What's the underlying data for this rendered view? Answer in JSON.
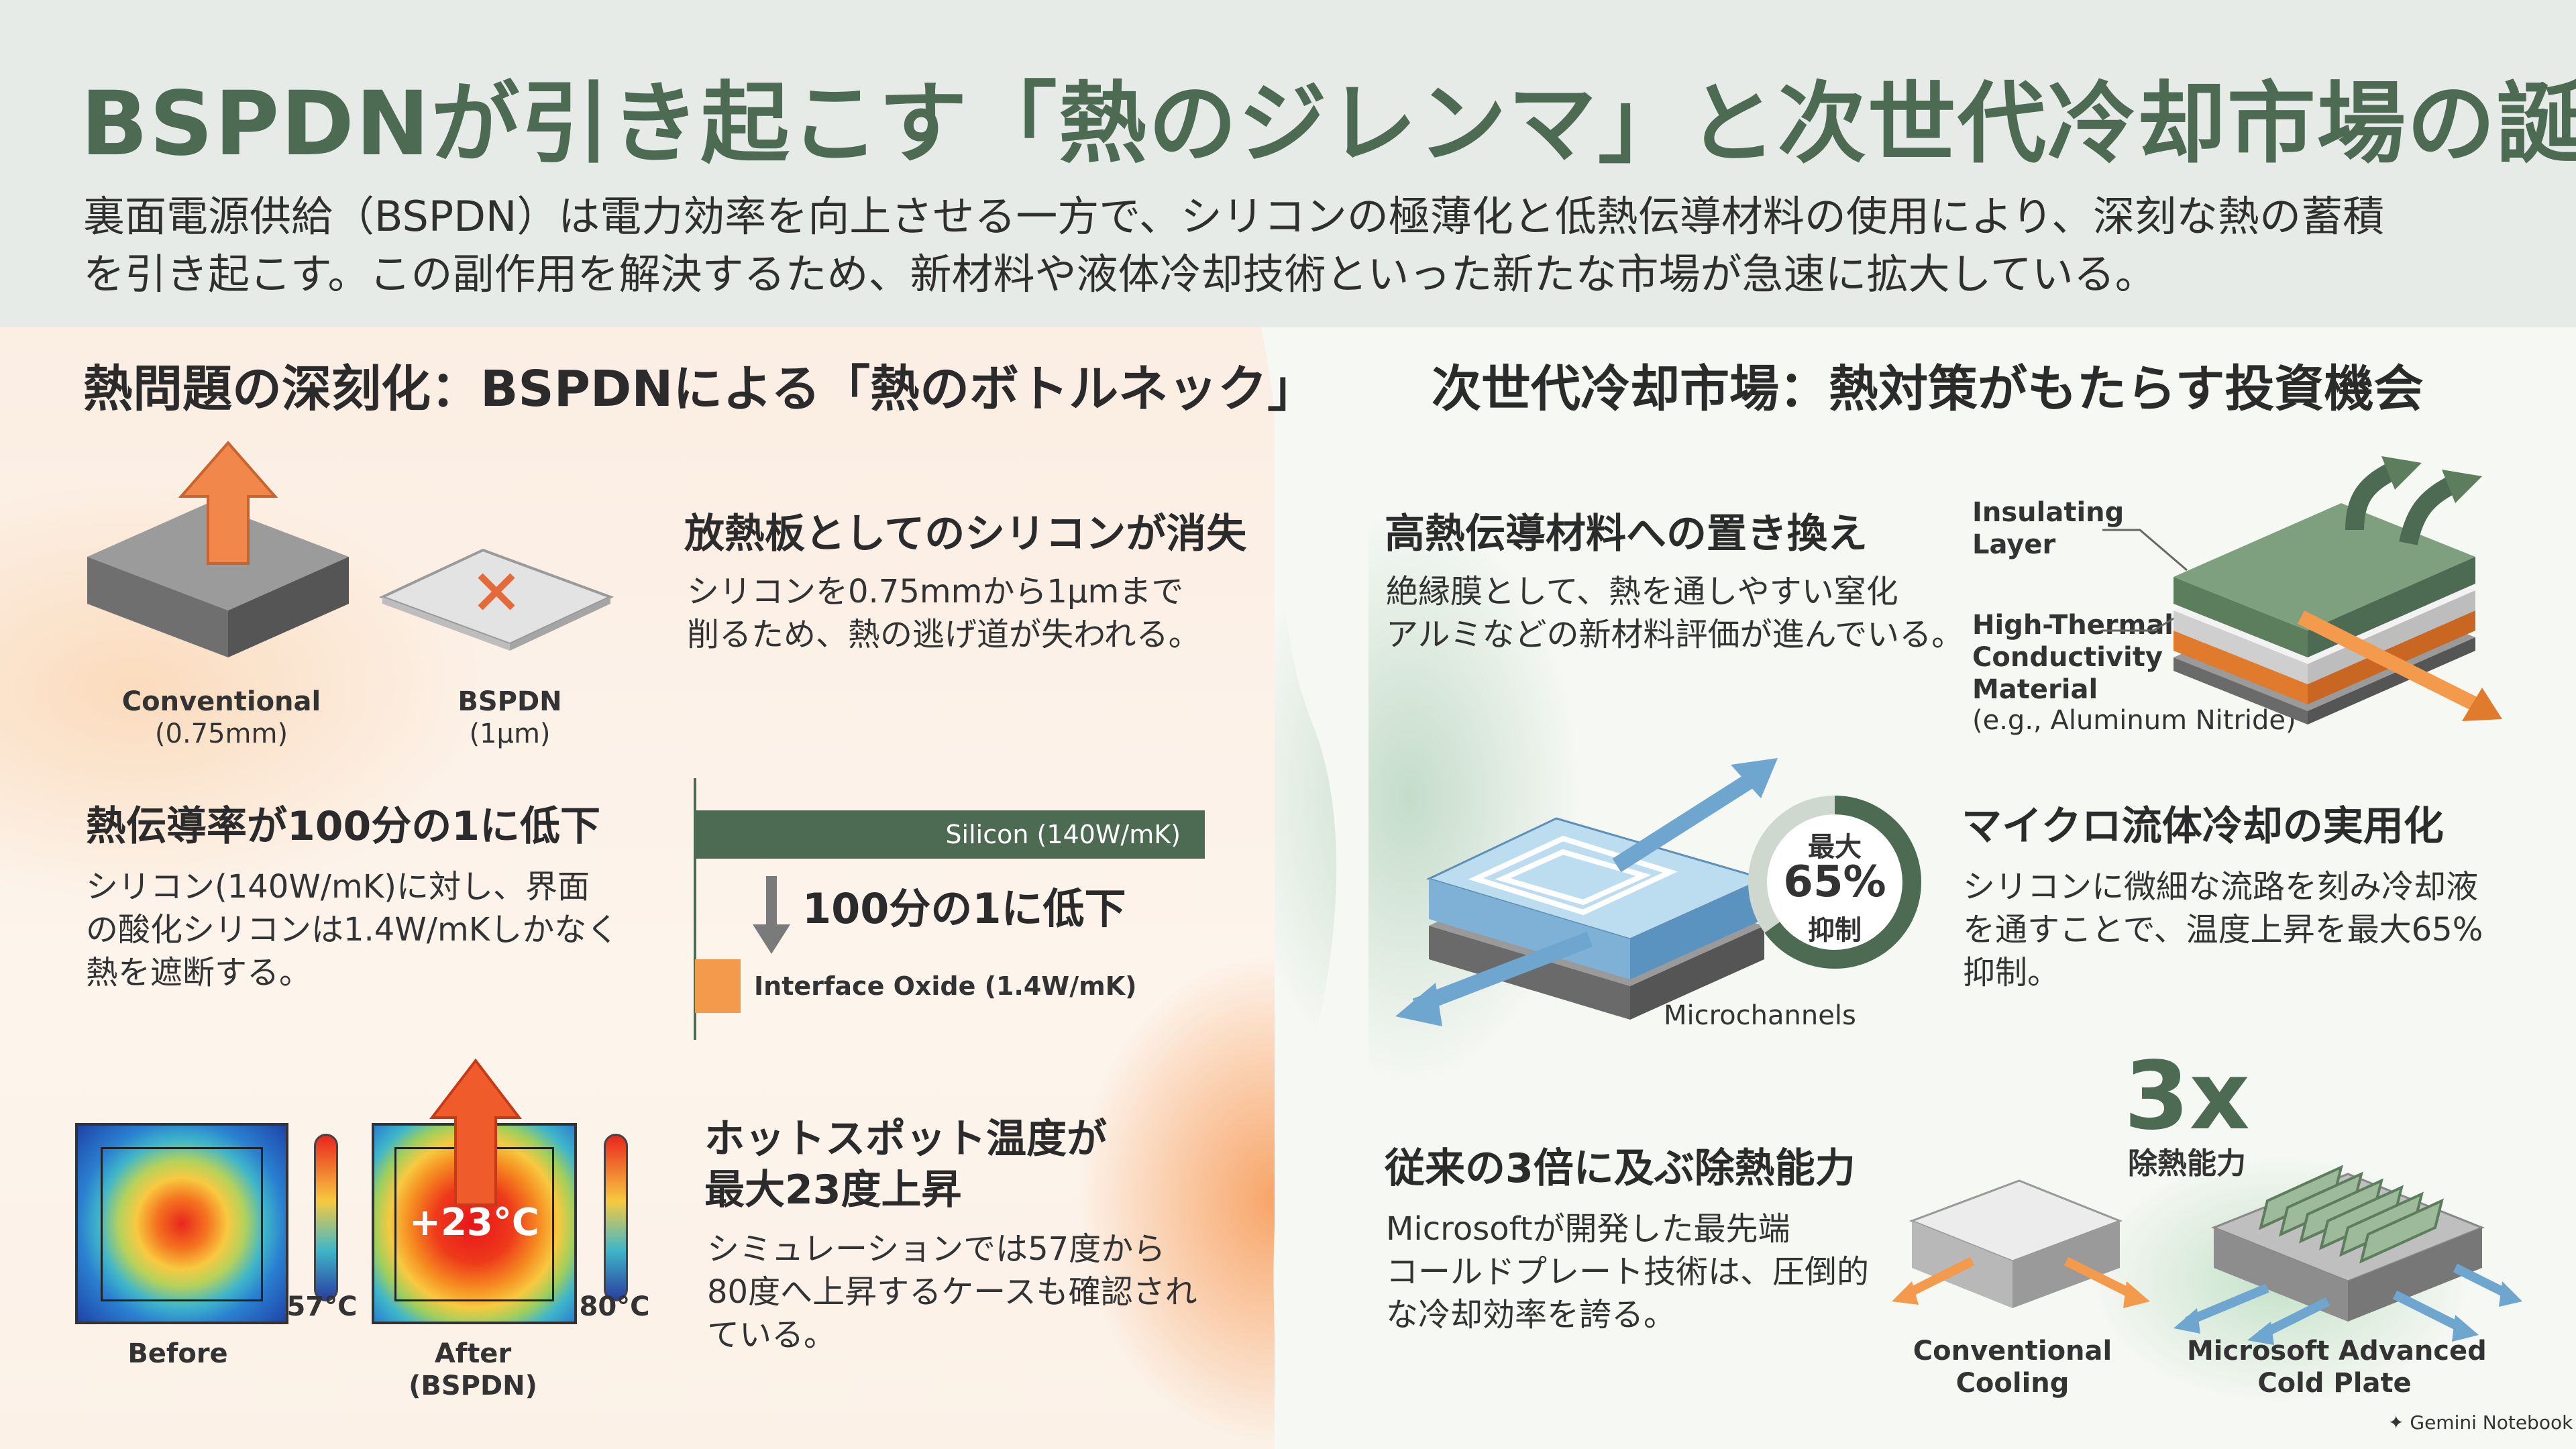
{
  "title": "BSPDNが引き起こす「熱のジレンマ」と次世代冷却市場の誕生",
  "intro": [
    "裏面電源供給（BSPDN）は電力効率を向上させる一方で、シリコンの極薄化と低熱伝導材料の使用により、深刻な熱の蓄積",
    "を引き起こす。この副作用を解決するため、新材料や液体冷却技術といった新たな市場が急速に拡大している。"
  ],
  "left": {
    "heading": "熱問題の深刻化：BSPDNによる「熱のボトルネック」",
    "silicon_loss": {
      "title": "放熱板としてのシリコンが消失",
      "text": [
        "シリコンを0.75mmから1µmまで",
        "削るため、熱の逃げ道が失われる。"
      ],
      "fig": {
        "conv_label": "Conventional",
        "conv_sub": "(0.75mm)",
        "bspdn_label": "BSPDN",
        "bspdn_sub": "(1µm)"
      }
    },
    "conductivity": {
      "title": "熱伝導率が100分の1に低下",
      "text": [
        "シリコン(140W/mK)に対し、界面",
        "の酸化シリコンは1.4W/mKしかなく",
        "熱を遮断する。"
      ],
      "chart_note": "100分の1に低下",
      "bars": [
        {
          "label": "Silicon (140W/mK)",
          "value": 140,
          "color": "#4c6b52"
        },
        {
          "label": "Interface Oxide (1.4W/mK)",
          "value": 1.4,
          "color": "#f39a4d"
        }
      ]
    },
    "hotspot": {
      "title": [
        "ホットスポット温度が",
        "最大23度上昇"
      ],
      "text": [
        "シミュレーションでは57度から",
        "80度へ上昇するケースも確認され",
        "ている。"
      ],
      "before_label": "Before",
      "before_temp": "57°C",
      "after_label": "After",
      "after_sub": "(BSPDN)",
      "after_temp": "80°C",
      "delta": "+23°C"
    }
  },
  "right": {
    "heading": "次世代冷却市場：熱対策がもたらす投資機会",
    "material": {
      "title": "高熱伝導材料への置き換え",
      "text": [
        "絶縁膜として、熱を通しやすい窒化",
        "アルミなどの新材料評価が進んでいる。"
      ],
      "fig_labels": {
        "insulating": [
          "Insulating",
          "Layer"
        ],
        "htc": [
          "High-Thermal",
          "Conductivity",
          "Material"
        ],
        "htc_example": "(e.g., Aluminum Nitride)"
      }
    },
    "microfluidic": {
      "title": "マイクロ流体冷却の実用化",
      "text": [
        "シリコンに微細な流路を刻み冷却液",
        "を通すことで、温度上昇を最大65%",
        "抑制。"
      ],
      "gauge": {
        "top": "最大",
        "value": "65%",
        "bottom": "抑制",
        "percent": 65
      },
      "channels_label": "Microchannels"
    },
    "coldplate": {
      "title": "従来の3倍に及ぶ除熱能力",
      "text": [
        "Microsoftが開発した最先端",
        "コールドプレート技術は、圧倒的",
        "な冷却効率を誇る。"
      ],
      "multiplier": "3x",
      "multiplier_label": "除熱能力",
      "conv_label": [
        "Conventional",
        "Cooling"
      ],
      "ms_label": [
        "Microsoft Advanced",
        "Cold Plate"
      ]
    }
  },
  "watermark": "Gemini Notebook",
  "colors": {
    "green": "#4c6b52",
    "orange": "#f39a4d",
    "blue": "#6ea6cf"
  }
}
